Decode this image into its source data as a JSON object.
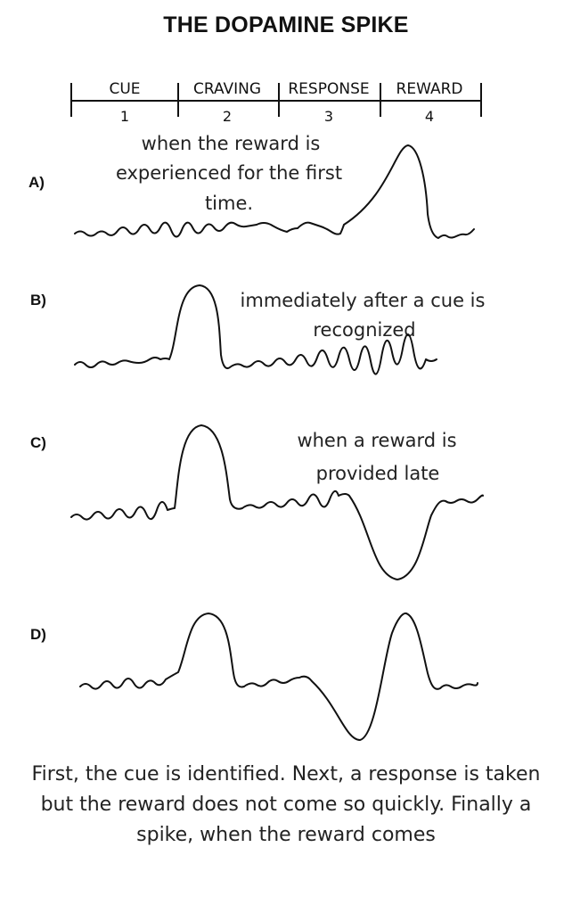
{
  "title": "THE DOPAMINE SPIKE",
  "stages": [
    {
      "label": "CUE",
      "number": "1"
    },
    {
      "label": "CRAVING",
      "number": "2"
    },
    {
      "label": "RESPONSE",
      "number": "3"
    },
    {
      "label": "REWARD",
      "number": "4"
    }
  ],
  "rows": [
    {
      "label": "A)",
      "annotation": [
        "when the reward is",
        "experienced for the first",
        "time."
      ]
    },
    {
      "label": "B)",
      "annotation": [
        "immediately after a cue is",
        "recognized"
      ]
    },
    {
      "label": "C)",
      "annotation": [
        "when a reward is",
        "provided late"
      ]
    },
    {
      "label": "D)",
      "annotation": []
    }
  ],
  "caption": [
    "First, the cue is identified. Next, a response is taken",
    "but the reward does not come so quickly. Finally a",
    "spike, when the reward comes"
  ]
}
